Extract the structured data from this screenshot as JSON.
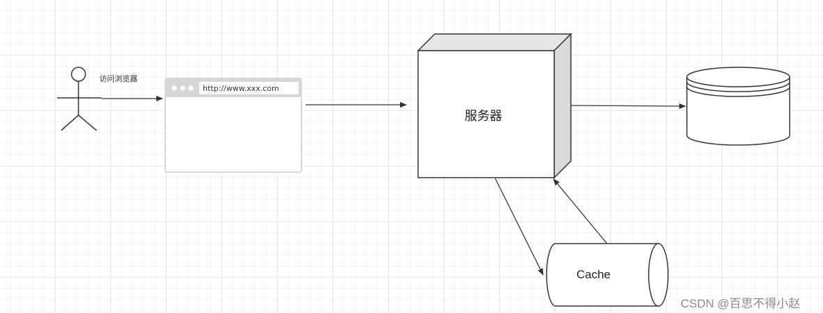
{
  "diagram": {
    "actor_label": "访问浏览器",
    "browser_url": "http://www.xxx.com",
    "server_label": "服务器",
    "cache_label": "Cache",
    "watermark": "CSDN @百思不得小赵"
  },
  "colors": {
    "stroke": "#333333",
    "browser_frame": "#d6d6d6",
    "server_side": "#dcdcdc",
    "grid": "#e6e6e6"
  }
}
